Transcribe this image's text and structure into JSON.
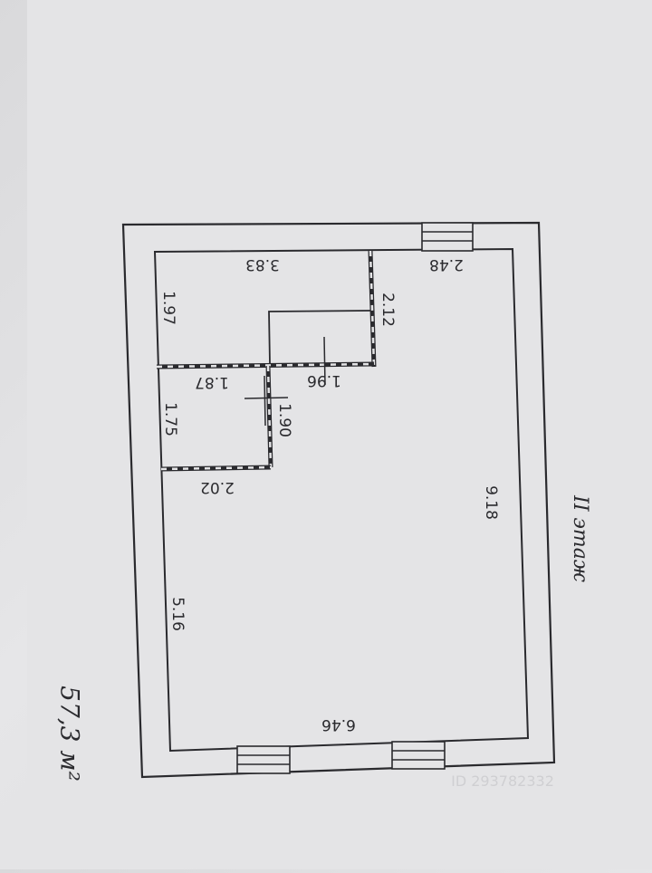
{
  "plan": {
    "floor_label": "II этаж",
    "handwritten_note": "57,3 м²",
    "watermark": "ID 293782332",
    "dimensions": {
      "outer_right": "2.48",
      "top_room_length": "3.83",
      "top_room_width": "1.97",
      "corridor_length": "2.12",
      "corridor_width": "1.96",
      "bath_length": "1.87",
      "bath_width": "1.75",
      "bath_depth": "1.90",
      "bath_bottom": "2.02",
      "main_length": "9.18",
      "main_width": "5.16",
      "main_bottom": "6.46"
    }
  }
}
